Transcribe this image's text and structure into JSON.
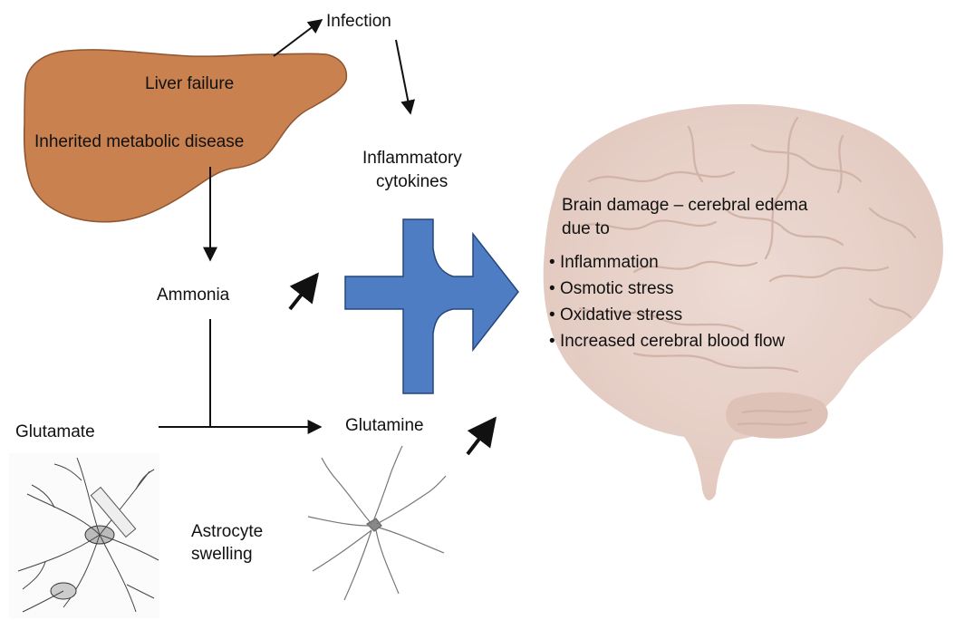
{
  "labels": {
    "infection": "Infection",
    "liver_failure": "Liver failure",
    "inherited": "Inherited metabolic disease",
    "cytokines_line1": "Inflammatory",
    "cytokines_line2": "cytokines",
    "ammonia": "Ammonia",
    "glutamate": "Glutamate",
    "glutamine": "Glutamine",
    "astrocyte_line1": "Astrocyte",
    "astrocyte_line2": "swelling"
  },
  "brain_damage": {
    "title_line1": "Brain damage – cerebral edema",
    "title_line2": "due to",
    "items": [
      "Inflammation",
      "Osmotic stress",
      "Oxidative stress",
      "Increased cerebral blood flow"
    ]
  },
  "colors": {
    "liver": "#C98150",
    "liver_outline": "#8E5530",
    "big_arrow": "#4F7DC4",
    "big_arrow_outline": "#25467A",
    "brain": "#E4CCC2"
  }
}
